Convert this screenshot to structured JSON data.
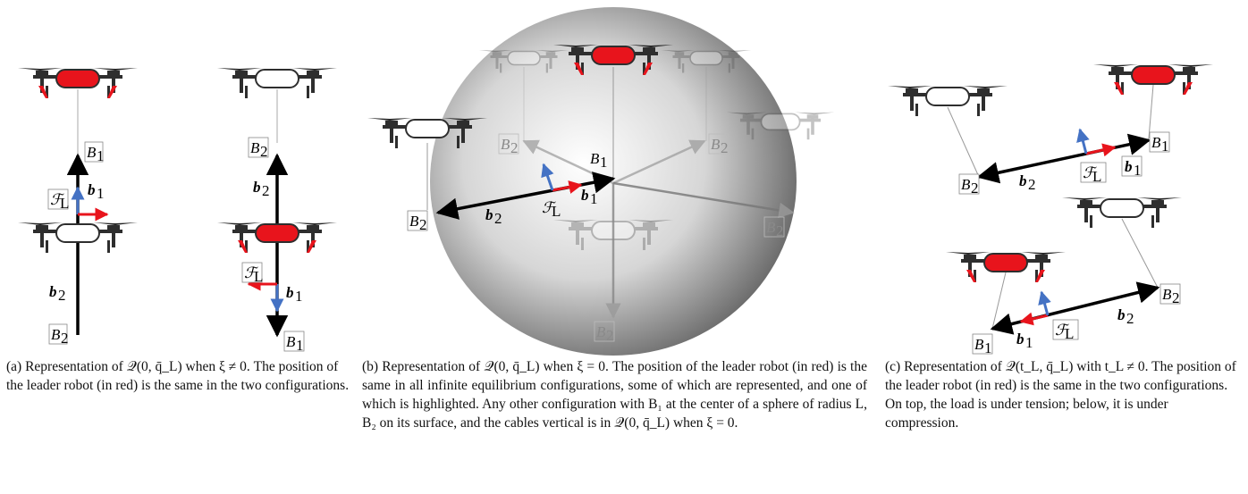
{
  "labels": {
    "B1": "B",
    "B1_sub": "1",
    "B2": "B",
    "B2_sub": "2",
    "b1": "b",
    "b1_sub": "1",
    "b2": "b",
    "b2_sub": "2",
    "FL": "ℱ",
    "FL_sub": "L"
  },
  "captions": {
    "a": "(a) Representation of 𝒬(0, q̄_L) when ξ ≠ 0. The position of the leader robot (in red) is the same in the two configurations.",
    "b": "(b) Representation of 𝒬(0, q̄_L) when ξ = 0. The position of the leader robot (in red) is the same in all infinite equilibrium configurations, some of which are represented, and one of which is highlighted. Any other configuration with B₁ at the center of a sphere of radius L, B₂ on its surface, and the cables vertical is in 𝒬(0, q̄_L) when ξ = 0.",
    "c": "(c) Representation of 𝒬(t_L, q̄_L) with t_L ≠ 0. The position of the leader robot (in red) is the same in the two configurations. On top, the load is under tension; below, it is under compression."
  },
  "colors": {
    "leader": "#e8141c",
    "follower": "#ffffff",
    "frame": "#2e2e2e",
    "force": "#e8141c",
    "b1_vector": "#4472c4",
    "bar": "#000000"
  }
}
